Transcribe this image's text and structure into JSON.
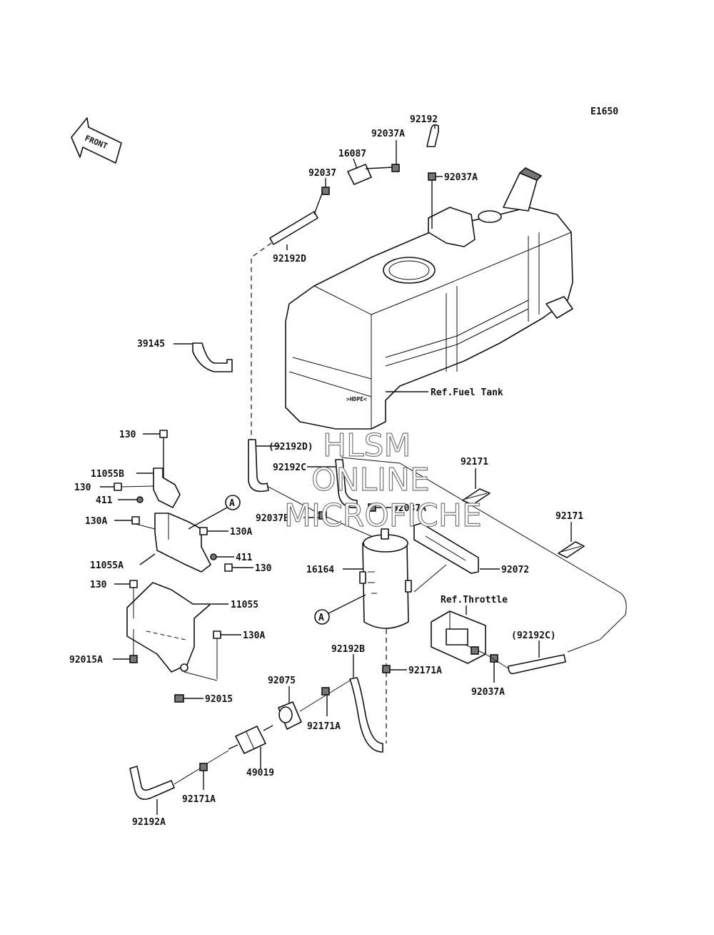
{
  "diagram_code": "E1650",
  "front_label": "FRONT",
  "references": {
    "fuel_tank": "Ref.Fuel Tank",
    "throttle": "Ref.Throttle"
  },
  "callouts": {
    "a_upper": "A",
    "a_lower": "A"
  },
  "watermark": {
    "line1": "HLSM",
    "line2": "ONLINE",
    "line3": "MICROFICHE"
  },
  "parts": {
    "p92192": "92192",
    "p92037A_top": "92037A",
    "p16087": "16087",
    "p92037": "92037",
    "p92037A_right": "92037A",
    "p92192D": "92192D",
    "p39145": "39145",
    "p130_top": "130",
    "p11055B": "11055B",
    "p130_left": "130",
    "p411_left": "411",
    "p130A_left": "130A",
    "p130A_right": "130A",
    "p411_right": "411",
    "p11055A": "11055A",
    "p130_mid": "130",
    "p130_lower": "130",
    "p11055": "11055",
    "p130A_lower": "130A",
    "p92015A": "92015A",
    "p92015": "92015",
    "p92192D_paren": "(92192D)",
    "p92192C": "92192C",
    "p92037B": "92037B",
    "p92037A_mid": "92037A",
    "p16164": "16164",
    "p92171_a": "92171",
    "p92171_b": "92171",
    "p92072": "92072",
    "p92192C_paren": "(92192C)",
    "p92037A_low": "92037A",
    "p92192B": "92192B",
    "p92171A_right": "92171A",
    "p92075": "92075",
    "p92171A_mid": "92171A",
    "p49019": "49019",
    "p92171A_low": "92171A",
    "p92192A": "92192A"
  }
}
